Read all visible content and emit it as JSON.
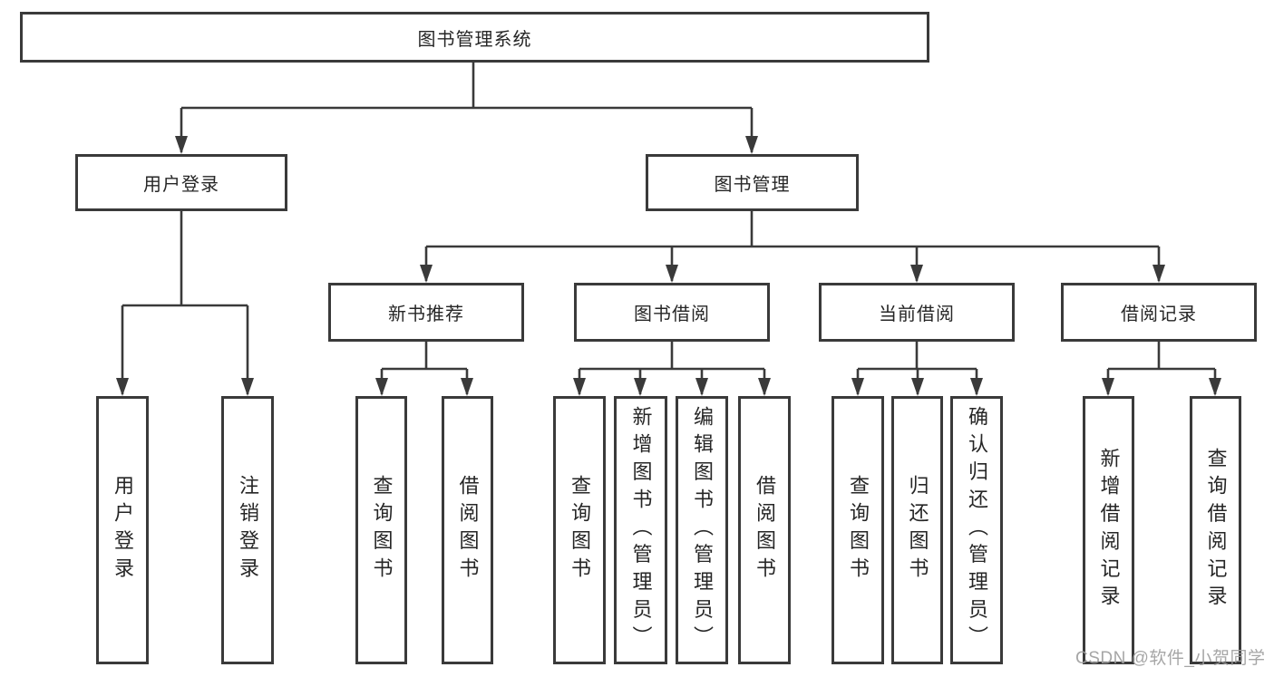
{
  "diagram": {
    "root": "图书管理系统",
    "user_login": {
      "label": "用户登录",
      "children": [
        "用户登录",
        "注销登录"
      ]
    },
    "book_mgmt": {
      "label": "图书管理",
      "sections": [
        {
          "label": "新书推荐",
          "children": [
            "查询图书",
            "借阅图书"
          ]
        },
        {
          "label": "图书借阅",
          "children": [
            "查询图书",
            "新增图书（管理员）",
            "编辑图书（管理员）",
            "借阅图书"
          ]
        },
        {
          "label": "当前借阅",
          "children": [
            "查询图书",
            "归还图书",
            "确认归还（管理员）"
          ]
        },
        {
          "label": "借阅记录",
          "children": [
            "新增借阅记录",
            "查询借阅记录"
          ]
        }
      ]
    }
  },
  "watermark": "CSDN @软件_小贺同学",
  "colors": {
    "line": "#3a3a3a",
    "text": "#262626",
    "watermark": "#9e9e9e",
    "background": "#ffffff"
  }
}
